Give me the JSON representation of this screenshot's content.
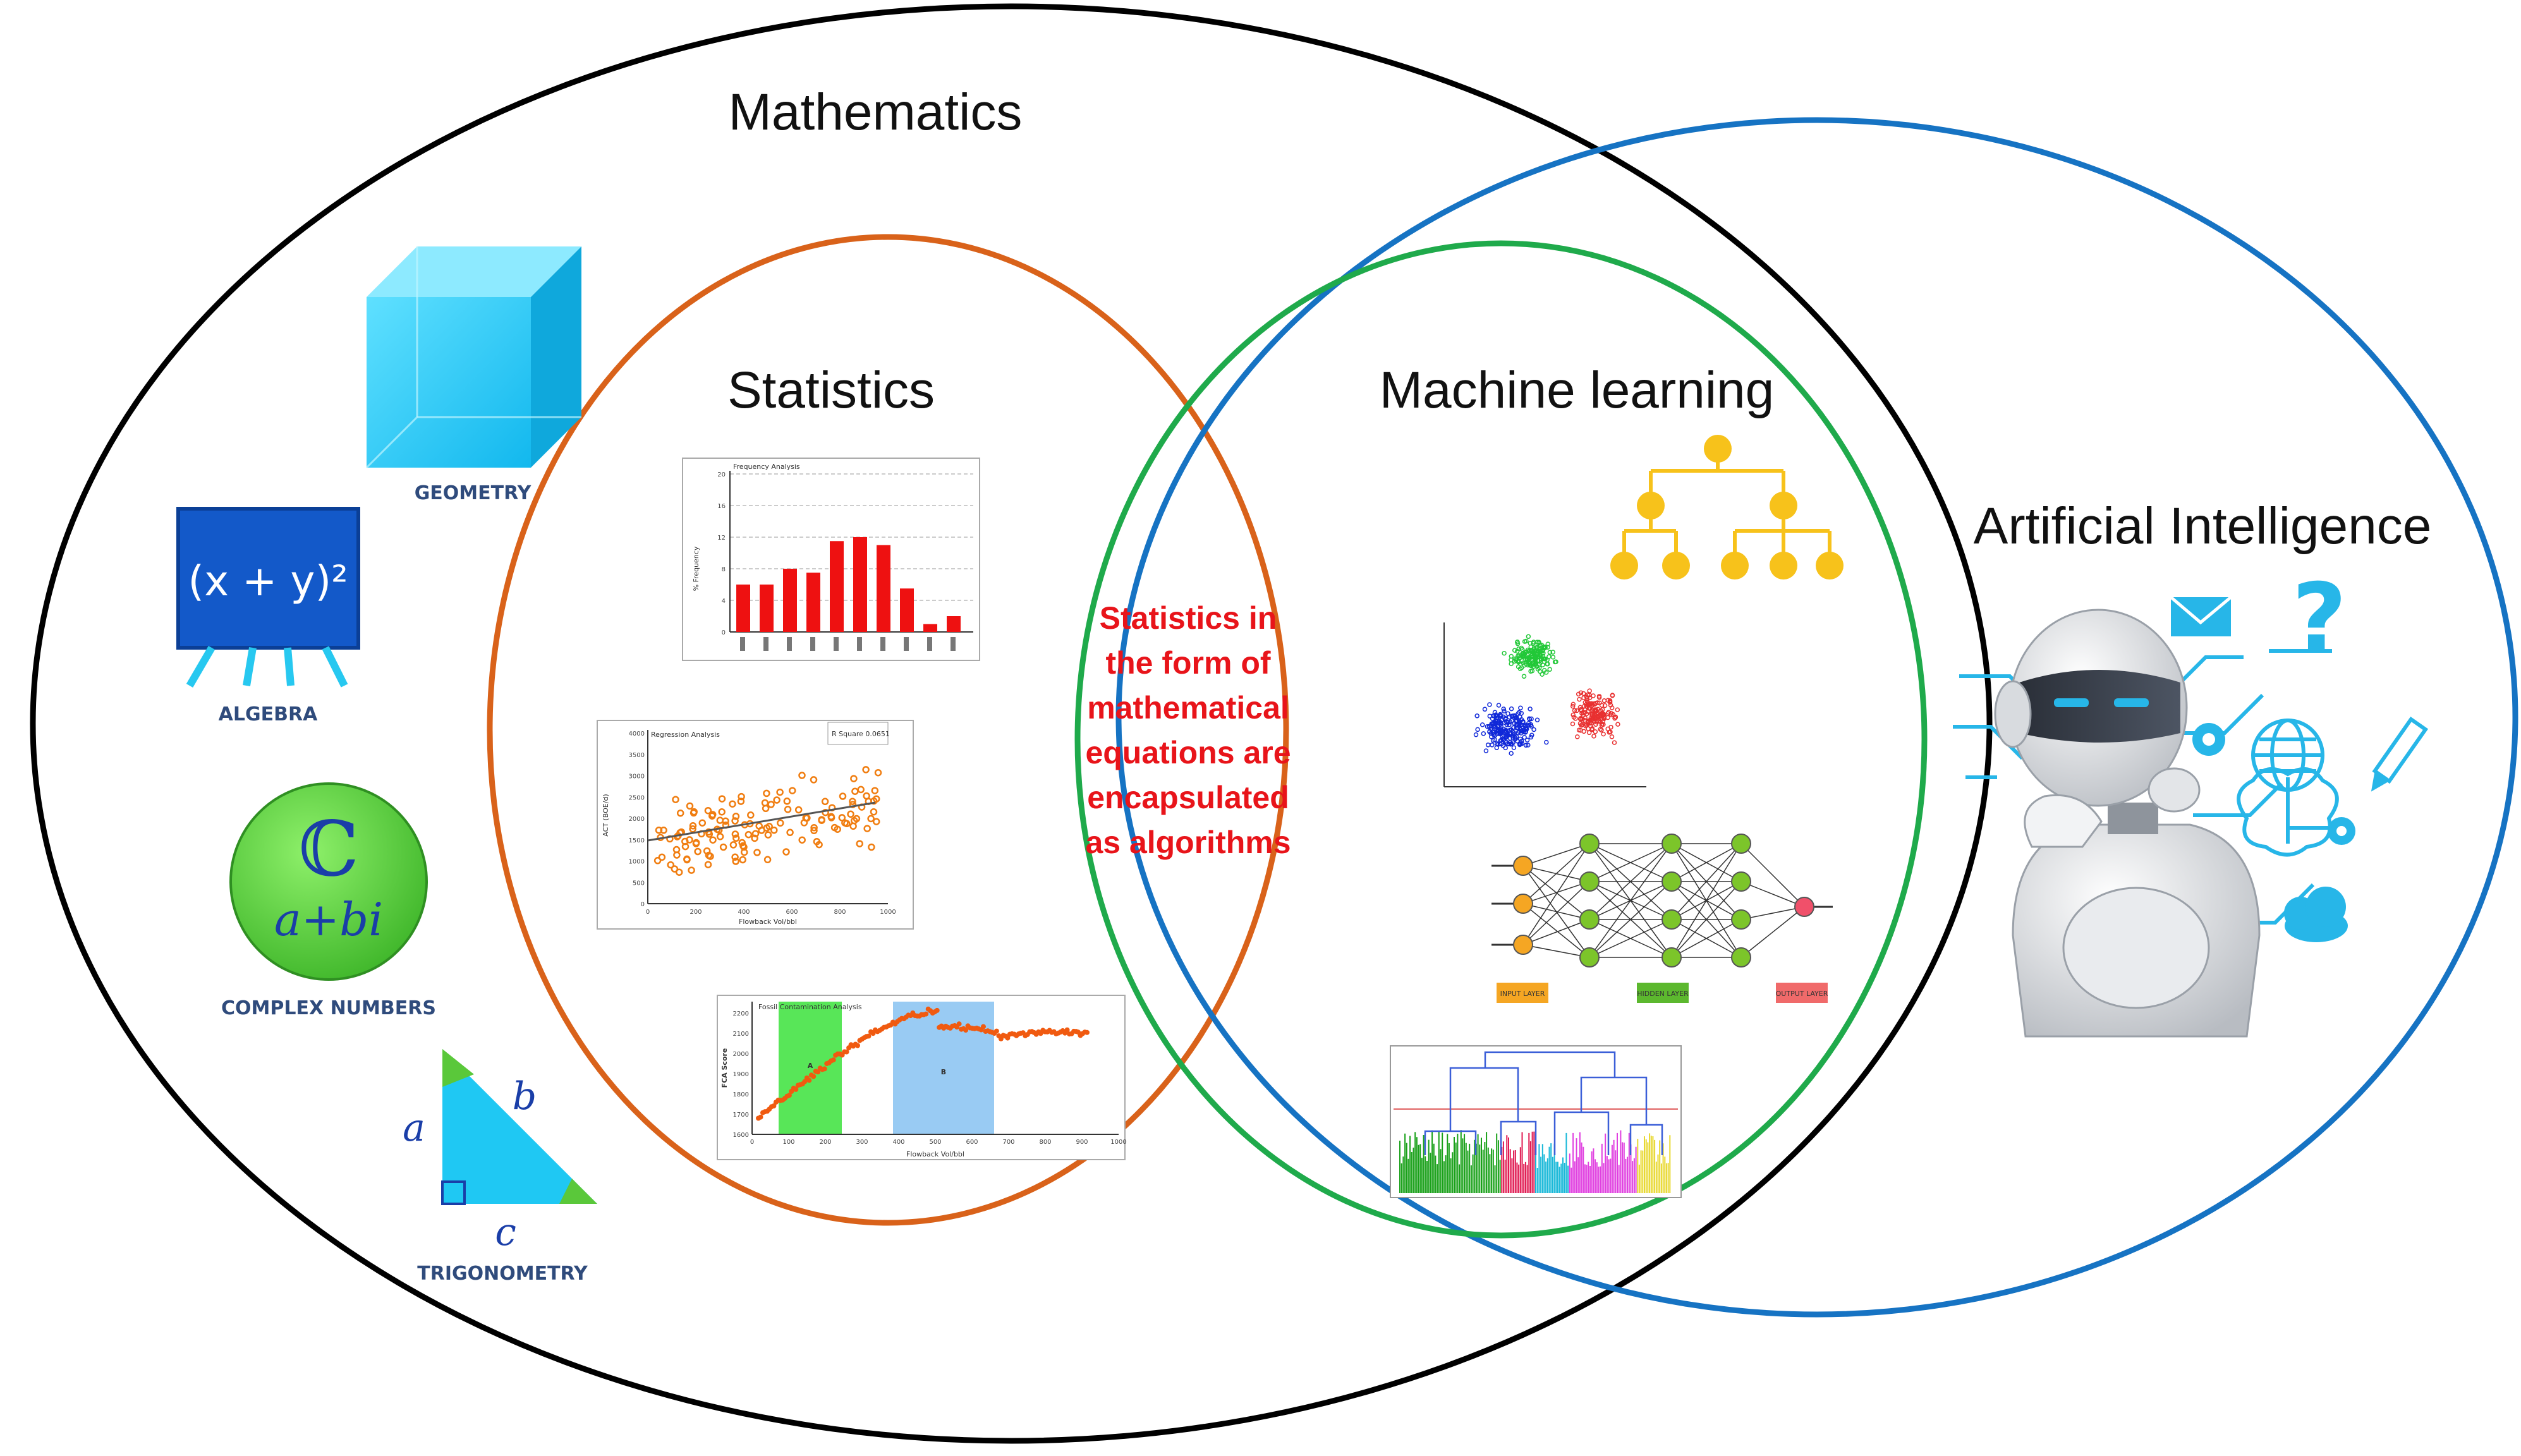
{
  "sets": {
    "mathematics": "Mathematics",
    "statistics": "Statistics",
    "machine_learning": "Machine learning",
    "artificial_intelligence": "Artificial Intelligence"
  },
  "center_text": [
    "Statistics in",
    "the form of",
    "mathematical",
    "equations are",
    "encapsulated",
    "as algorithms"
  ],
  "math_items": {
    "geometry": "GEOMETRY",
    "algebra": "ALGEBRA",
    "algebra_formula": "(x + y)²",
    "complex_numbers": "COMPLEX NUMBERS",
    "complex_symbol": "ℂ",
    "complex_formula": "a+bi",
    "trigonometry": "TRIGONOMETRY",
    "tri_a": "a",
    "tri_b": "b",
    "tri_c": "c"
  },
  "histogram": {
    "title": "Frequency Analysis",
    "ylabel": "% Frequency",
    "yticks": [
      "0",
      "4",
      "8",
      "12",
      "16",
      "20"
    ]
  },
  "regression": {
    "title": "Regression Analysis",
    "legend": "R Square 0.0651",
    "xlabel": "Flowback Vol/bbl",
    "ylabel": "ACT (BOE/d)",
    "yticks": [
      "0",
      "500",
      "1000",
      "1500",
      "2000",
      "2500",
      "3000",
      "3500",
      "4000"
    ],
    "xticks": [
      "0",
      "200",
      "400",
      "600",
      "800",
      "1000"
    ]
  },
  "fca": {
    "title": "Fossil Contamination Analysis",
    "xlabel": "Flowback Vol/bbl",
    "ylabel": "FCA Score",
    "region_a": "A",
    "region_b": "B",
    "yticks": [
      "1600",
      "1700",
      "1800",
      "1900",
      "2000",
      "2100",
      "2200"
    ],
    "xticks": [
      "0",
      "100",
      "200",
      "300",
      "400",
      "500",
      "600",
      "700",
      "800",
      "900",
      "1000"
    ]
  },
  "nn_layers": {
    "input": "INPUT LAYER",
    "hidden": "HIDDEN LAYER",
    "output": "OUTPUT LAYER"
  },
  "colors": {
    "mathematics": "#000000",
    "statistics": "#d9621a",
    "machine_learning": "#1faa4b",
    "artificial_intelligence": "#1673c3",
    "center_text": "#e8141a",
    "tree": "#f7c21b",
    "ai_cyan": "#27b6e8"
  }
}
